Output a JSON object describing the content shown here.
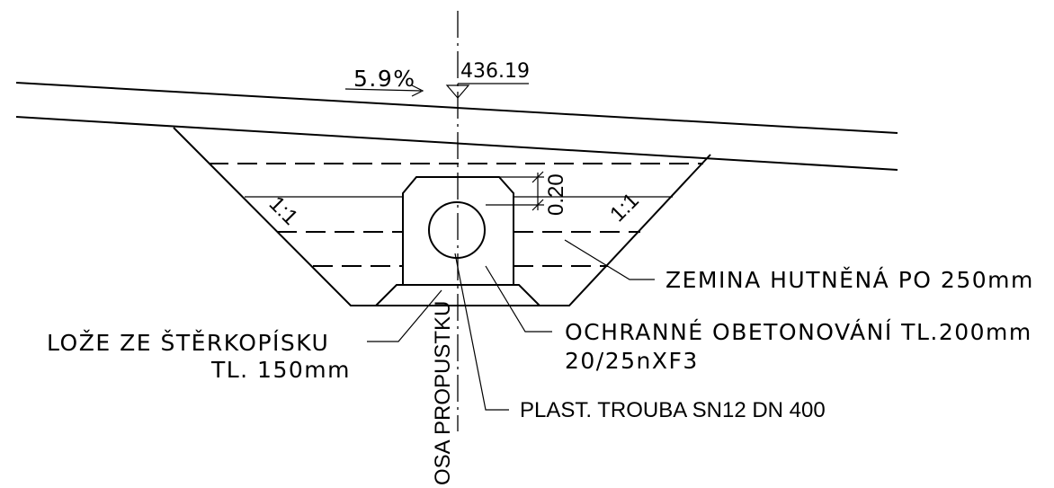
{
  "labels": {
    "slope": "5.9%",
    "elevation": "436.19",
    "cover": "0.20",
    "side_slope_left": "1:1",
    "side_slope_right": "1:1",
    "soil": "ZEMINA HUTNĚNÁ PO 250mm",
    "bedding_line1": "LOŽE ZE ŠTĚRKOPÍSKU",
    "bedding_line2": "TL. 150mm",
    "encasement_line1": "OCHRANNÉ OBETONOVÁNÍ TL.200mm",
    "encasement_line2": "20/25nXF3",
    "pipe": "PLAST. TROUBA SN12 DN 400",
    "axis": "OSA PROPUSTKU"
  }
}
